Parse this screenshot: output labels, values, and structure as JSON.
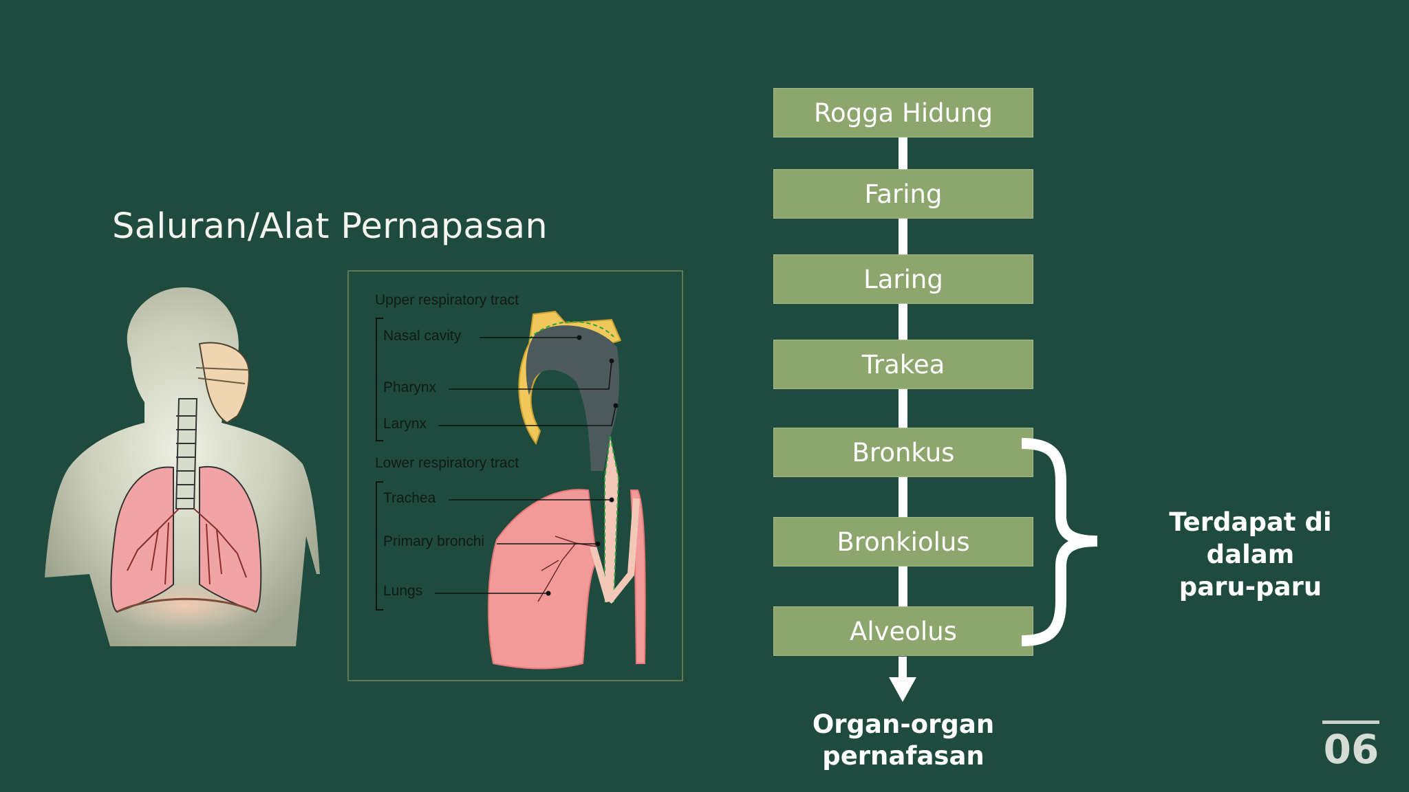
{
  "slide": {
    "title": "Saluran/Alat Pernapasan",
    "page_number": "06",
    "background_color": "#1e4b3d",
    "box_color": "#8da66d"
  },
  "diagram": {
    "upper_tract_label": "Upper respiratory tract",
    "lower_tract_label": "Lower respiratory tract",
    "labels": [
      "Nasal cavity",
      "Pharynx",
      "Larynx",
      "Trachea",
      "Primary bronchi",
      "Lungs"
    ]
  },
  "flow": {
    "steps": [
      "Rogga Hidung",
      "Faring",
      "Laring",
      "Trakea",
      "Bronkus",
      "Bronkiolus",
      "Alveolus"
    ],
    "brace_note_line1": "Terdapat di dalam",
    "brace_note_line2": "paru-paru",
    "end_label_line1": "Organ-organ",
    "end_label_line2": "pernafasan"
  }
}
